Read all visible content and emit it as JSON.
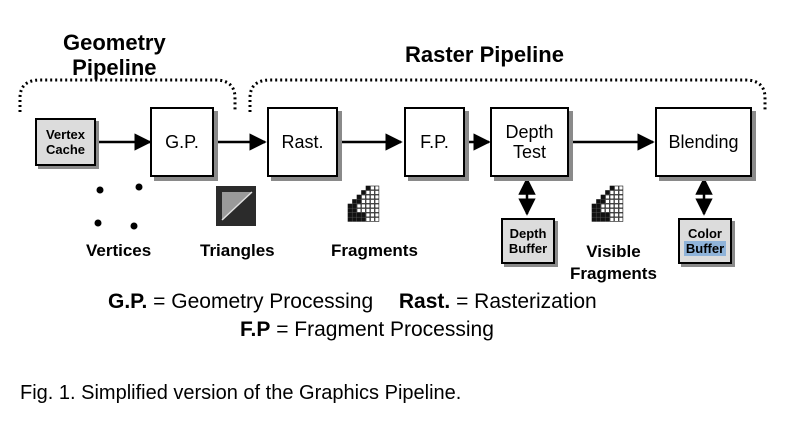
{
  "titles": {
    "geometry_line1": "Geometry",
    "geometry_line2": "Pipeline",
    "raster": "Raster Pipeline"
  },
  "stages": {
    "gp": "G.P.",
    "rast": "Rast.",
    "fp": "F.P.",
    "depth_line1": "Depth",
    "depth_line2": "Test",
    "blending": "Blending"
  },
  "memories": {
    "vertex_cache_line1": "Vertex",
    "vertex_cache_line2": "Cache",
    "depth_buffer_line1": "Depth",
    "depth_buffer_line2": "Buffer",
    "color_buffer_line1": "Color",
    "color_buffer_line2": "Buffer"
  },
  "data_labels": {
    "vertices": "Vertices",
    "triangles": "Triangles",
    "fragments": "Fragments",
    "visible_line1": "Visible",
    "visible_line2": "Fragments"
  },
  "legend": {
    "gp_abbr": "G.P.",
    "gp_full": "= Geometry Processing",
    "rast_abbr": "Rast.",
    "rast_full": "= Rasterization",
    "fp_abbr": "F.P",
    "fp_full": "= Fragment Processing"
  },
  "caption": "Fig. 1. Simplified version of the Graphics Pipeline.",
  "colors": {
    "shadow": "#8a8a8a",
    "memory_fill": "#dcdcdc",
    "color_buffer_highlight": "#8fb3d9"
  }
}
